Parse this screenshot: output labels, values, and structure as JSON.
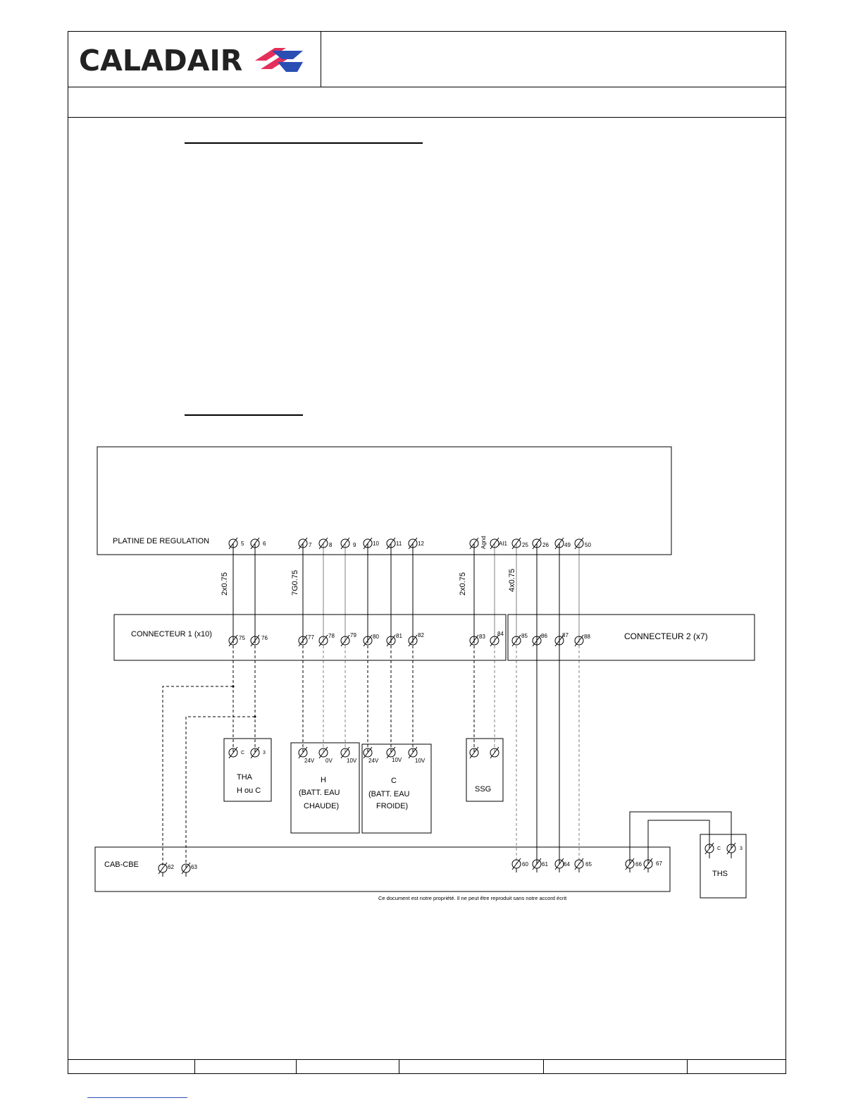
{
  "brand": {
    "name": "CALADAIR",
    "accent_colors": [
      "#e52f5b",
      "#2b4eb3"
    ]
  },
  "sections": [
    {
      "id": "sec1",
      "title": ""
    },
    {
      "id": "sec2",
      "title": ""
    }
  ],
  "diagram": {
    "wire_labels": [
      "2x0.75",
      "7G0.75",
      "2x0.75",
      "4x0.75"
    ],
    "platine": {
      "label": "PLATINE DE REGULATION",
      "terminals": [
        "5",
        "6",
        "7",
        "8",
        "9",
        "10",
        "11",
        "12",
        "Agnd",
        "AI1",
        "25",
        "26",
        "49",
        "50"
      ]
    },
    "connecteur1": {
      "label": "CONNECTEUR 1 (x10)",
      "terminals": [
        "75",
        "76",
        "77",
        "78",
        "79",
        "80",
        "81",
        "82",
        "83",
        "84"
      ]
    },
    "connecteur2": {
      "label": "CONNECTEUR 2 (x7)",
      "terminals": [
        "85",
        "86",
        "87",
        "88"
      ]
    },
    "devices": {
      "tha": {
        "terminals": [
          "C",
          "3"
        ],
        "label1": "THA",
        "label2": "H ou C"
      },
      "h": {
        "terminals": [
          "24V",
          "0V",
          "10V"
        ],
        "label1": "H",
        "label2": "(BATT. EAU",
        "label3": "CHAUDE)"
      },
      "c": {
        "terminals": [
          "24V",
          "10V",
          "10V"
        ],
        "label1": "C",
        "label2": "(BATT. EAU",
        "label3": "FROIDE)"
      },
      "ssg": {
        "label": "SSG"
      },
      "ths": {
        "terminals": [
          "C",
          "3"
        ],
        "label": "THS"
      }
    },
    "cab": {
      "label": "CAB-CBE",
      "terminals": [
        "62",
        "63",
        "60",
        "61",
        "64",
        "65",
        "66",
        "67"
      ]
    },
    "footnote": "Ce document est notre propriété. Il ne peut être reproduit sans notre accord écrit"
  }
}
